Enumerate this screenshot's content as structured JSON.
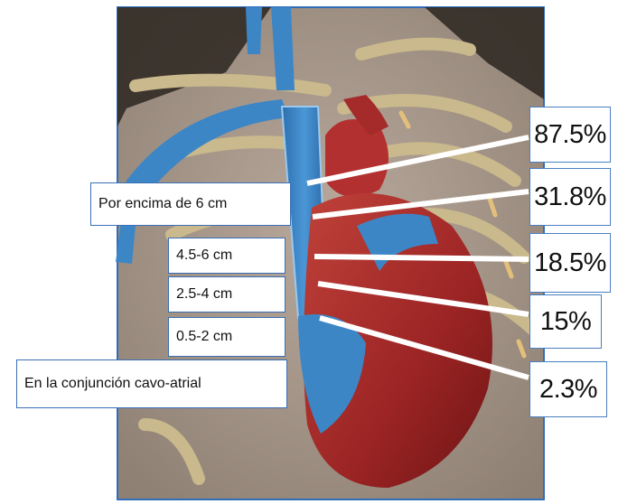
{
  "levels": [
    {
      "label": "Por encima de 6 cm",
      "percent": "87.5%"
    },
    {
      "label": "4.5-6 cm",
      "percent": "31.8%"
    },
    {
      "label": "2.5-4 cm",
      "percent": "18.5%"
    },
    {
      "label": "0.5-2 cm",
      "percent": "15%"
    },
    {
      "label": "En la conjunción cavo-atrial",
      "percent": "2.3%"
    }
  ],
  "colors": {
    "frame_border": "#2f6fba",
    "label_border": "#3a6fb5",
    "vein": "#3d86c6",
    "heart": "#a52a2a",
    "bone": "#c9b98c",
    "background": "#a6978c"
  }
}
